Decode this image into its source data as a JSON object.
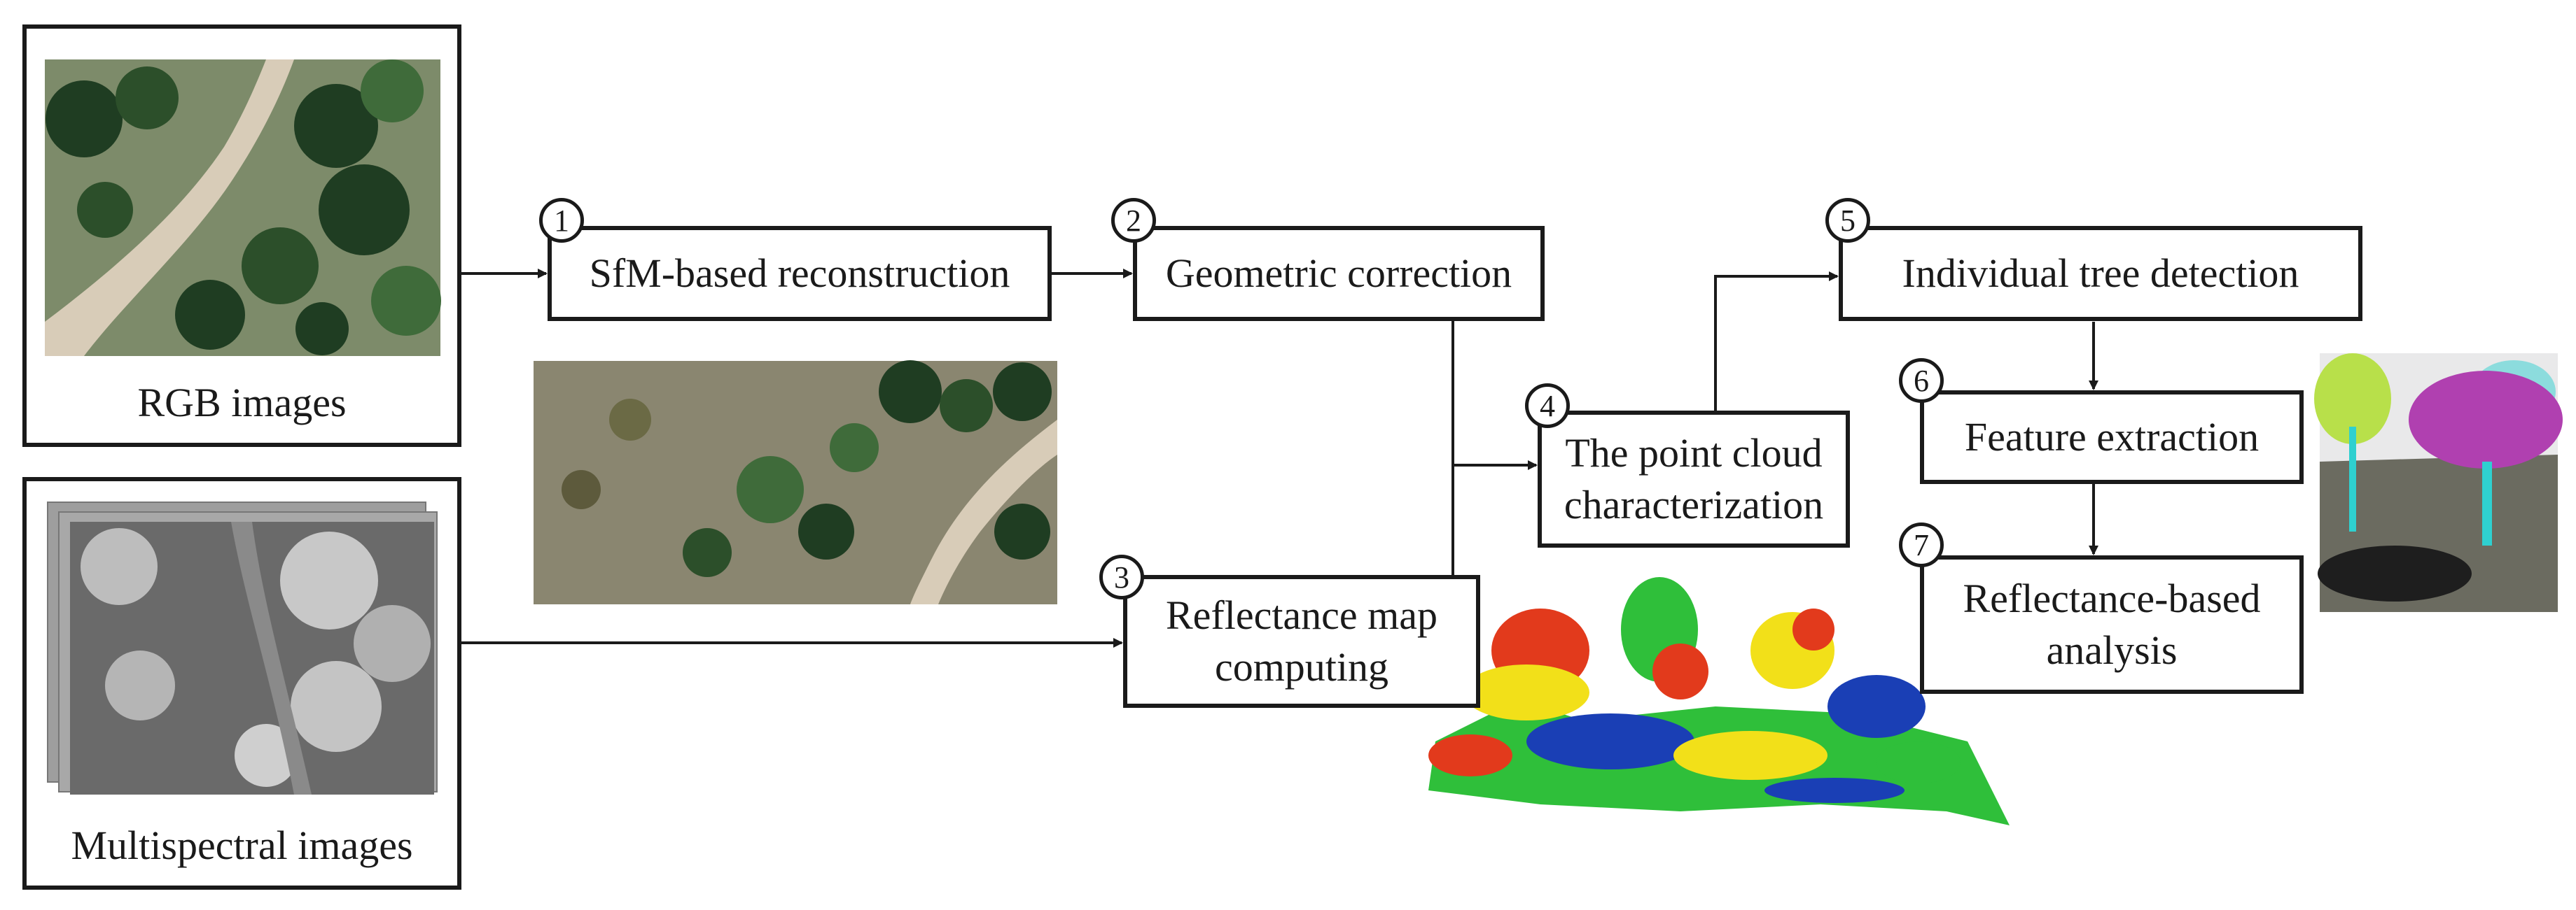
{
  "inputs": {
    "rgb": {
      "label": "RGB images"
    },
    "multispectral": {
      "label": "Multispectral images"
    }
  },
  "steps": [
    {
      "number": "1",
      "label": "SfM-based reconstruction"
    },
    {
      "number": "2",
      "label": "Geometric correction"
    },
    {
      "number": "3",
      "label": "Reflectance map computing"
    },
    {
      "number": "4",
      "label": "The point cloud characterization"
    },
    {
      "number": "5",
      "label": "Individual tree detection"
    },
    {
      "number": "6",
      "label": "Feature extraction"
    },
    {
      "number": "7",
      "label": "Reflectance-based analysis"
    }
  ],
  "colors": {
    "stroke": "#1a1a1a",
    "forest_dark": "#1f3d22",
    "forest_mid": "#3f6b3a",
    "soil": "#a89f8a",
    "road": "#d8ccb8",
    "gray_dark": "#4a4a4a",
    "gray_light": "#bdbdbd",
    "heat_blue": "#1a3fb5",
    "heat_green": "#2fbf3a",
    "heat_yellow": "#f2e019",
    "heat_red": "#e23a1c",
    "seg_magenta": "#b040b0",
    "seg_cyan": "#2fd0d0",
    "seg_lime": "#b8e04a"
  }
}
